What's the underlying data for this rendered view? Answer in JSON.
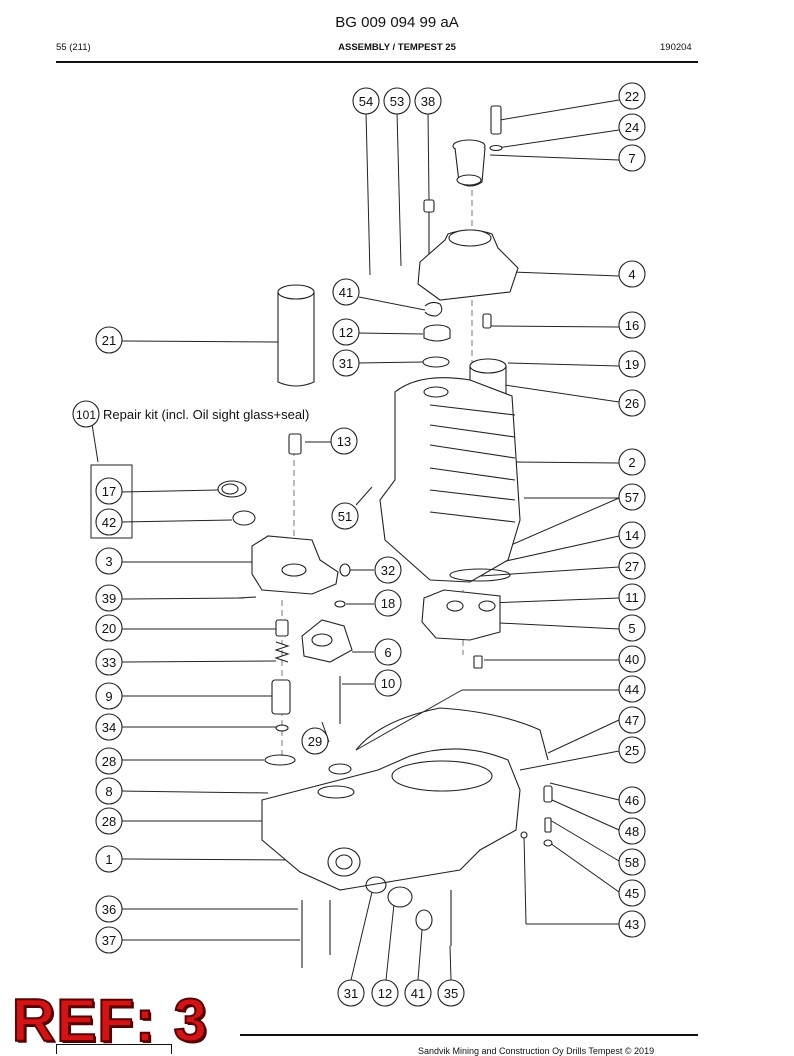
{
  "header": {
    "doc_number": "BG 009 094 99 aA",
    "page": "55 (211)",
    "section": "ASSEMBLY / TEMPEST 25",
    "date": "190204"
  },
  "kit_note": "Repair kit (incl. Oil sight glass+seal)",
  "callouts": [
    "54",
    "53",
    "38",
    "22",
    "24",
    "7",
    "4",
    "41",
    "16",
    "12",
    "21",
    "31",
    "19",
    "101",
    "26",
    "13",
    "2",
    "17",
    "57",
    "51",
    "42",
    "14",
    "3",
    "32",
    "27",
    "39",
    "18",
    "11",
    "20",
    "5",
    "6",
    "33",
    "40",
    "10",
    "9",
    "44",
    "34",
    "47",
    "29",
    "28",
    "25",
    "8",
    "46",
    "28",
    "48",
    "1",
    "58",
    "45",
    "36",
    "43",
    "37",
    "31",
    "12",
    "41",
    "35"
  ],
  "stamp": "REF: 3",
  "footer": {
    "copyright": "Sandvik Mining and Construction Oy Drills Tempest © 2019"
  }
}
